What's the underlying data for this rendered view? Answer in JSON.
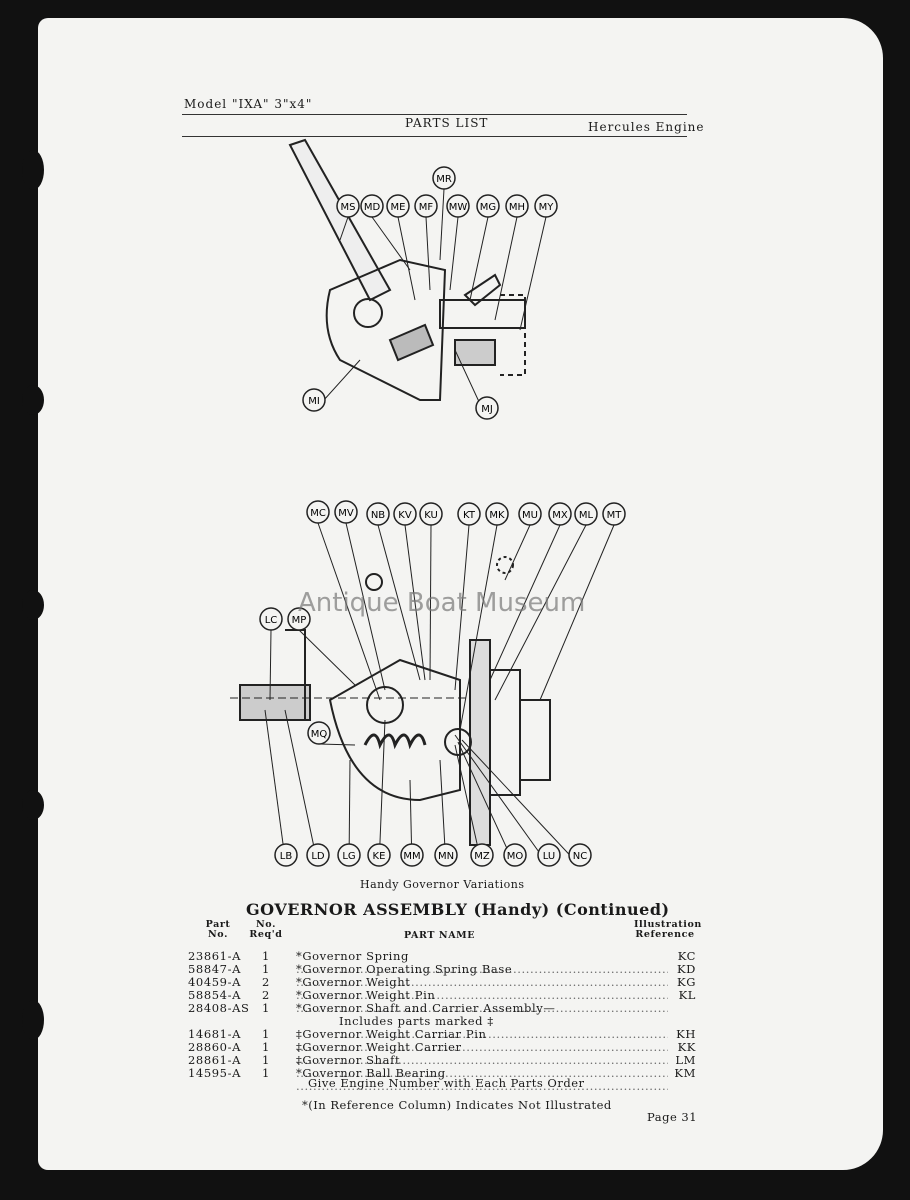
{
  "header": {
    "left": "Model \"IXA\" 3\"x4\"",
    "center": "PARTS LIST",
    "right": "Hercules Engine"
  },
  "diagram_top": {
    "callouts": [
      "MR",
      "MS",
      "MD",
      "ME",
      "MF",
      "MW",
      "MG",
      "MH",
      "MY",
      "MI",
      "MJ"
    ]
  },
  "diagram_bottom": {
    "callouts": [
      "MC",
      "MV",
      "NB",
      "KV",
      "KU",
      "KT",
      "MK",
      "MU",
      "MX",
      "ML",
      "MT",
      "LC",
      "MP",
      "MQ",
      "LB",
      "LD",
      "LG",
      "KE",
      "MM",
      "MN",
      "MZ",
      "MO",
      "LU",
      "NC"
    ],
    "caption": "Handy Governor Variations"
  },
  "watermark": "Antique Boat Museum",
  "section_title": "GOVERNOR ASSEMBLY (Handy) (Continued)",
  "table": {
    "headers": {
      "part_no": "Part No.",
      "req": "No. Req'd",
      "name": "PART NAME",
      "ref": "Illustration Reference"
    },
    "rows": [
      {
        "part": "23861-A",
        "qty": "1",
        "name": "*Governor Spring",
        "ref": "KC"
      },
      {
        "part": "58847-A",
        "qty": "1",
        "name": "*Governor Operating Spring Base",
        "ref": "KD"
      },
      {
        "part": "40459-A",
        "qty": "2",
        "name": "*Governor Weight",
        "ref": "KG"
      },
      {
        "part": "58854-A",
        "qty": "2",
        "name": "*Governor Weight Pin",
        "ref": "KL"
      },
      {
        "part": "28408-AS",
        "qty": "1",
        "name": "*Governor Shaft and Carrier Assembly—",
        "ref": ""
      },
      {
        "part": "",
        "qty": "",
        "name": "Includes parts marked ‡",
        "ref": ""
      },
      {
        "part": "14681-A",
        "qty": "1",
        "name": "‡Governor Weight Carriar Pin",
        "ref": "KH"
      },
      {
        "part": "28860-A",
        "qty": "1",
        "name": "‡Governor Weight Carrier",
        "ref": "KK"
      },
      {
        "part": "28861-A",
        "qty": "1",
        "name": "‡Governor Shaft",
        "ref": "LM"
      },
      {
        "part": "14595-A",
        "qty": "1",
        "name": "*Governor Ball Bearing",
        "ref": "KM"
      }
    ]
  },
  "footer": {
    "note1": "Give Engine Number with Each Parts Order",
    "note2": "*(In Reference Column) Indicates Not Illustrated",
    "page": "Page 31"
  }
}
